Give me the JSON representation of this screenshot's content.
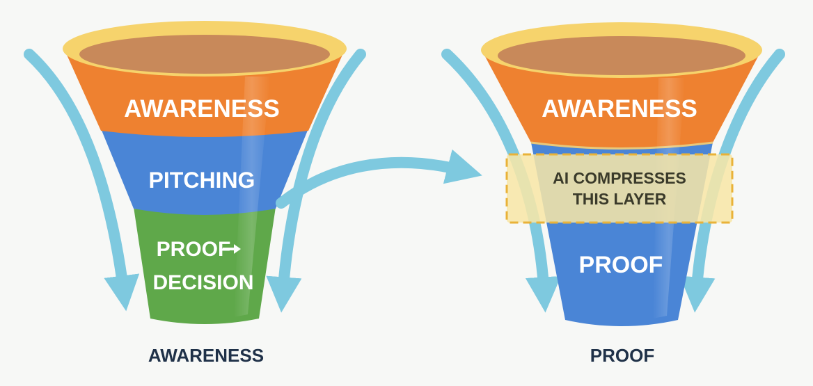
{
  "colors": {
    "background": "#f7f8f6",
    "rim_outer": "#f6d36c",
    "rim_inner": "#c8895a",
    "awareness": "#ee8130",
    "pitching": "#4a85d6",
    "proof_decision": "#5fa84a",
    "proof": "#4a85d6",
    "flow_arrow": "#7ec9df",
    "highlight_fill": "#f8e7a6",
    "highlight_border": "#e9b238",
    "label_dark": "#1f3148",
    "band_text": "#ffffff",
    "highlight_text": "#3a3a2a"
  },
  "left_funnel": {
    "stage_awareness": "AWARENESS",
    "stage_pitching": "PITCHING",
    "stage_proof_line1": "PROOF",
    "stage_proof_line2": "DECISION",
    "caption": "AWARENESS"
  },
  "right_funnel": {
    "stage_awareness": "AWARENESS",
    "stage_proof": "PROOF",
    "callout_line1": "AI COMPRESSES",
    "callout_line2": "THIS LAYER",
    "caption": "PROOF"
  }
}
